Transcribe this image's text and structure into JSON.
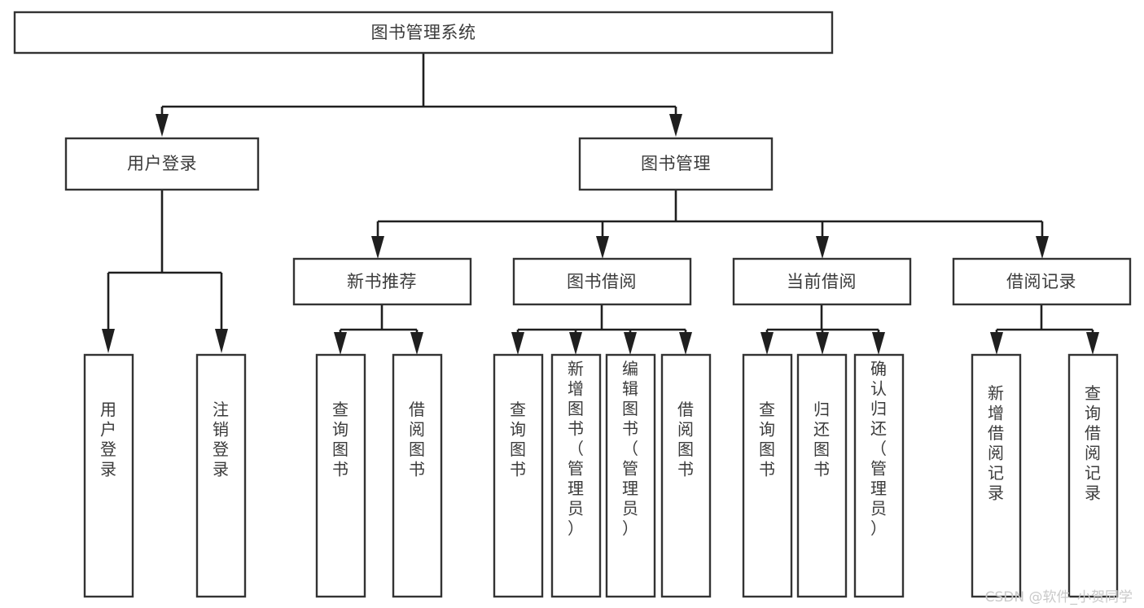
{
  "diagram": {
    "type": "tree-hierarchy",
    "title": "图书管理系统",
    "colors": {
      "background": "#ffffff",
      "box_stroke": "#333333",
      "box_fill": "#ffffff",
      "connector": "#1f1f1f",
      "text": "#3b3b3b",
      "watermark": "#c9c9c9"
    },
    "levels": {
      "root": {
        "label": "图书管理系统"
      },
      "level2": [
        {
          "label": "用户登录"
        },
        {
          "label": "图书管理"
        }
      ],
      "level3": [
        {
          "label": "新书推荐"
        },
        {
          "label": "图书借阅"
        },
        {
          "label": "当前借阅"
        },
        {
          "label": "借阅记录"
        }
      ],
      "leaves": [
        {
          "label": "用户登录",
          "parent": "用户登录"
        },
        {
          "label": "注销登录",
          "parent": "用户登录"
        },
        {
          "label": "查询图书",
          "parent": "新书推荐"
        },
        {
          "label": "借阅图书",
          "parent": "新书推荐"
        },
        {
          "label": "查询图书",
          "parent": "图书借阅"
        },
        {
          "label": "新增图书（管理员）",
          "parent": "图书借阅"
        },
        {
          "label": "编辑图书（管理员）",
          "parent": "图书借阅"
        },
        {
          "label": "借阅图书",
          "parent": "图书借阅"
        },
        {
          "label": "查询图书",
          "parent": "当前借阅"
        },
        {
          "label": "归还图书",
          "parent": "当前借阅"
        },
        {
          "label": "确认归还（管理员）",
          "parent": "当前借阅"
        },
        {
          "label": "新增借阅记录",
          "parent": "借阅记录"
        },
        {
          "label": "查询借阅记录",
          "parent": "借阅记录"
        }
      ]
    }
  },
  "watermark": {
    "text": "CSDN @软件_小贺同学"
  }
}
